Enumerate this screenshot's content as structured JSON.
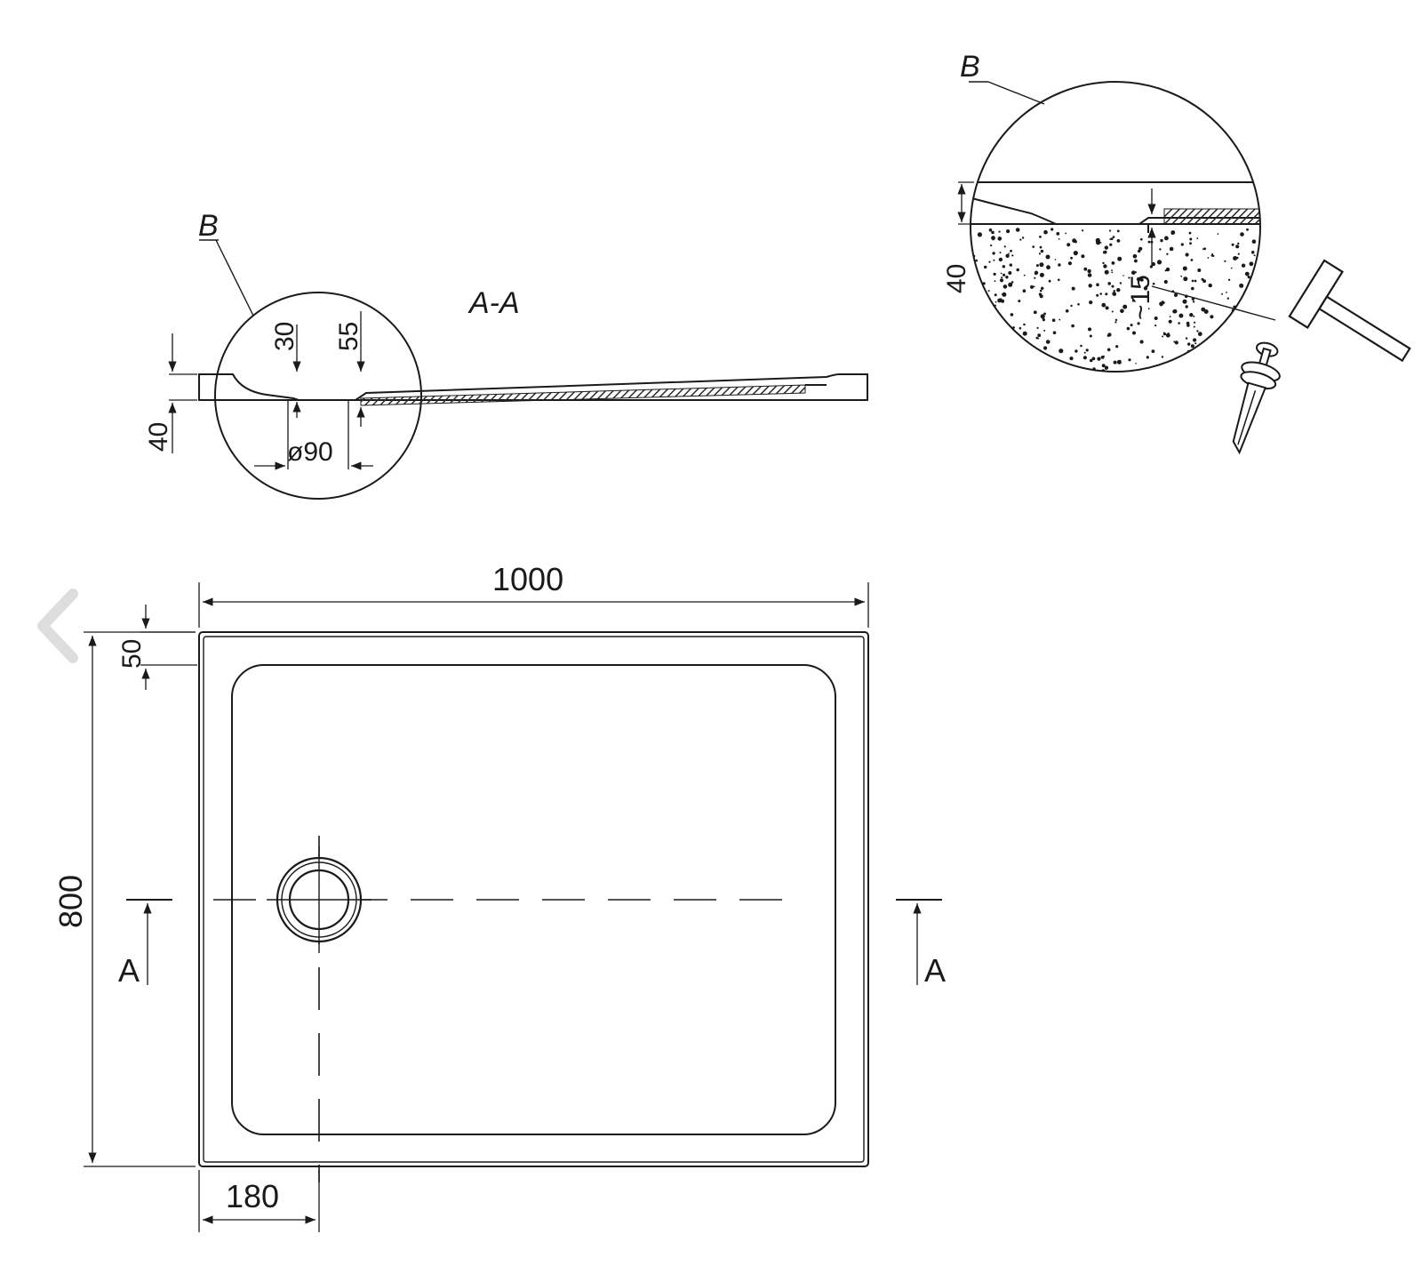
{
  "section": {
    "view_label": "A-A",
    "detail_label": "B",
    "dims": {
      "depth_30": "30",
      "depth_55": "55",
      "height_40": "40",
      "drain_dia": "ø90"
    }
  },
  "detail_b": {
    "label": "B",
    "dims": {
      "height_40": "40",
      "approx_15": "~15"
    }
  },
  "plan": {
    "width": "1000",
    "height": "800",
    "rim": "50",
    "drain_offset": "180",
    "section_mark_left": "A",
    "section_mark_right": "A"
  },
  "nav": {
    "prev_icon": "chevron-left-icon"
  },
  "colors": {
    "line": "#1a1a1a",
    "hatch": "#2a2a2a",
    "background": "#ffffff",
    "nav": "#dddddd"
  }
}
